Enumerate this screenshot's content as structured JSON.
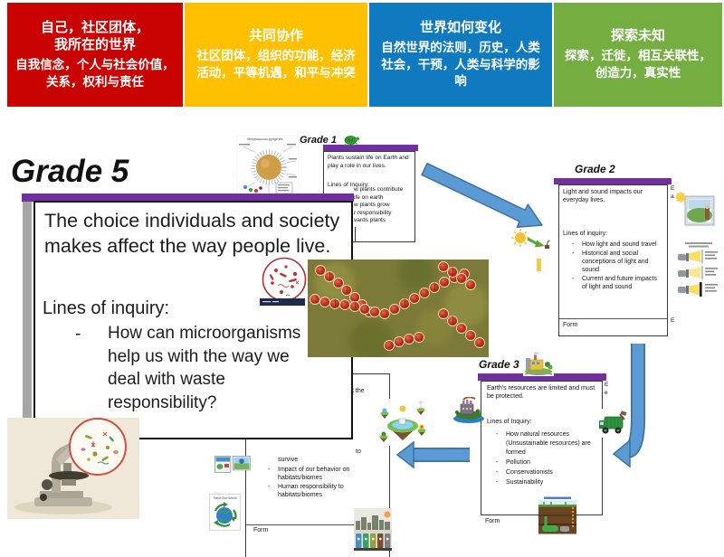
{
  "band": {
    "boxes": [
      {
        "color": "#C90202",
        "title": "自己，社区团体，\n我所在的世界",
        "body": "自我信念，个人与社会价值，关系，权利与责任"
      },
      {
        "color": "#FFC000",
        "title": "共同协作",
        "body": "社区团体，组织的功能，经济活动，平等机遇，和平与冲突"
      },
      {
        "color": "#0F7AC0",
        "title": "世界如何变化",
        "body": "自然世界的法则，历史，人类社会，干预，人类与科学的影响"
      },
      {
        "color": "#74AE41",
        "title": "探索未知",
        "body": "探索，迁徙，相互关联性，创造力，真实性"
      }
    ]
  },
  "dash": "-",
  "grade5": {
    "label": "Grade 5",
    "central_idea": "The choice individuals and society makes affect the way people live.",
    "loi": "Lines of inquiry:",
    "bullet": "How can microorganisms help us with the way we deal with waste responsibility?"
  },
  "grade1": {
    "label": "Grade 1",
    "central_idea": "Plants sustain life on Earth and play a role in our lives.",
    "loi": "Lines of Inquiry:",
    "clipped_lines": [
      "w plants contribute",
      "ife on earth",
      "w plants grow",
      "r responsibility",
      "vards plants"
    ]
  },
  "grade2": {
    "label": "Grade 2",
    "central_idea": "Light and sound impacts our everyday lives.",
    "loi": "Lines of inquiry:",
    "bullets": [
      "How light and sound travel",
      "Historical and social conceptions of light and sound",
      "Current and future impacts of light and sound"
    ],
    "section": "Form"
  },
  "grade3": {
    "label": "Grade 3",
    "central_idea": "Earth's resources are limited and must be protected.",
    "loi": "Lines of Inquiry:",
    "bullets": [
      "How natural resources (Unsustainable resources) are formed",
      "Pollution",
      "Conservationists",
      "Sustainability"
    ],
    "section": "Form"
  },
  "grade4": {
    "clip_top": "t the",
    "clip_mid": "to",
    "clip_survive": "survive",
    "bullets": [
      "Impact of our behavior on habitats/biomes",
      "Human responsibility to habitats/biomes"
    ],
    "section": "Form"
  },
  "edge": {
    "g2": [
      "E",
      "a",
      "E"
    ],
    "g3": [
      "E",
      "e"
    ]
  },
  "captions": {
    "strep": "Streptococcus pyogenes",
    "save_world": "Save Our World"
  }
}
